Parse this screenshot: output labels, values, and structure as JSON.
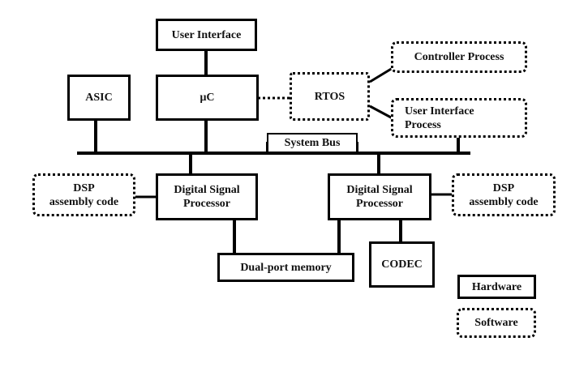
{
  "hardware": {
    "user_interface": "User Interface",
    "asic": "ASIC",
    "microcontroller": "μC",
    "system_bus": "System Bus",
    "dsp_left": [
      "Digital Signal",
      "Processor"
    ],
    "dsp_right": [
      "Digital Signal",
      "Processor"
    ],
    "dual_port_memory": "Dual-port memory",
    "codec": "CODEC"
  },
  "software": {
    "rtos": "RTOS",
    "controller_process": "Controller Process",
    "ui_process": [
      "User Interface",
      "Process"
    ],
    "dsp_code_left": [
      "DSP",
      "assembly code"
    ],
    "dsp_code_right": [
      "DSP",
      "assembly code"
    ]
  },
  "legend": {
    "hardware": "Hardware",
    "software": "Software"
  },
  "colors": {
    "line": "#000000",
    "background": "#ffffff"
  }
}
